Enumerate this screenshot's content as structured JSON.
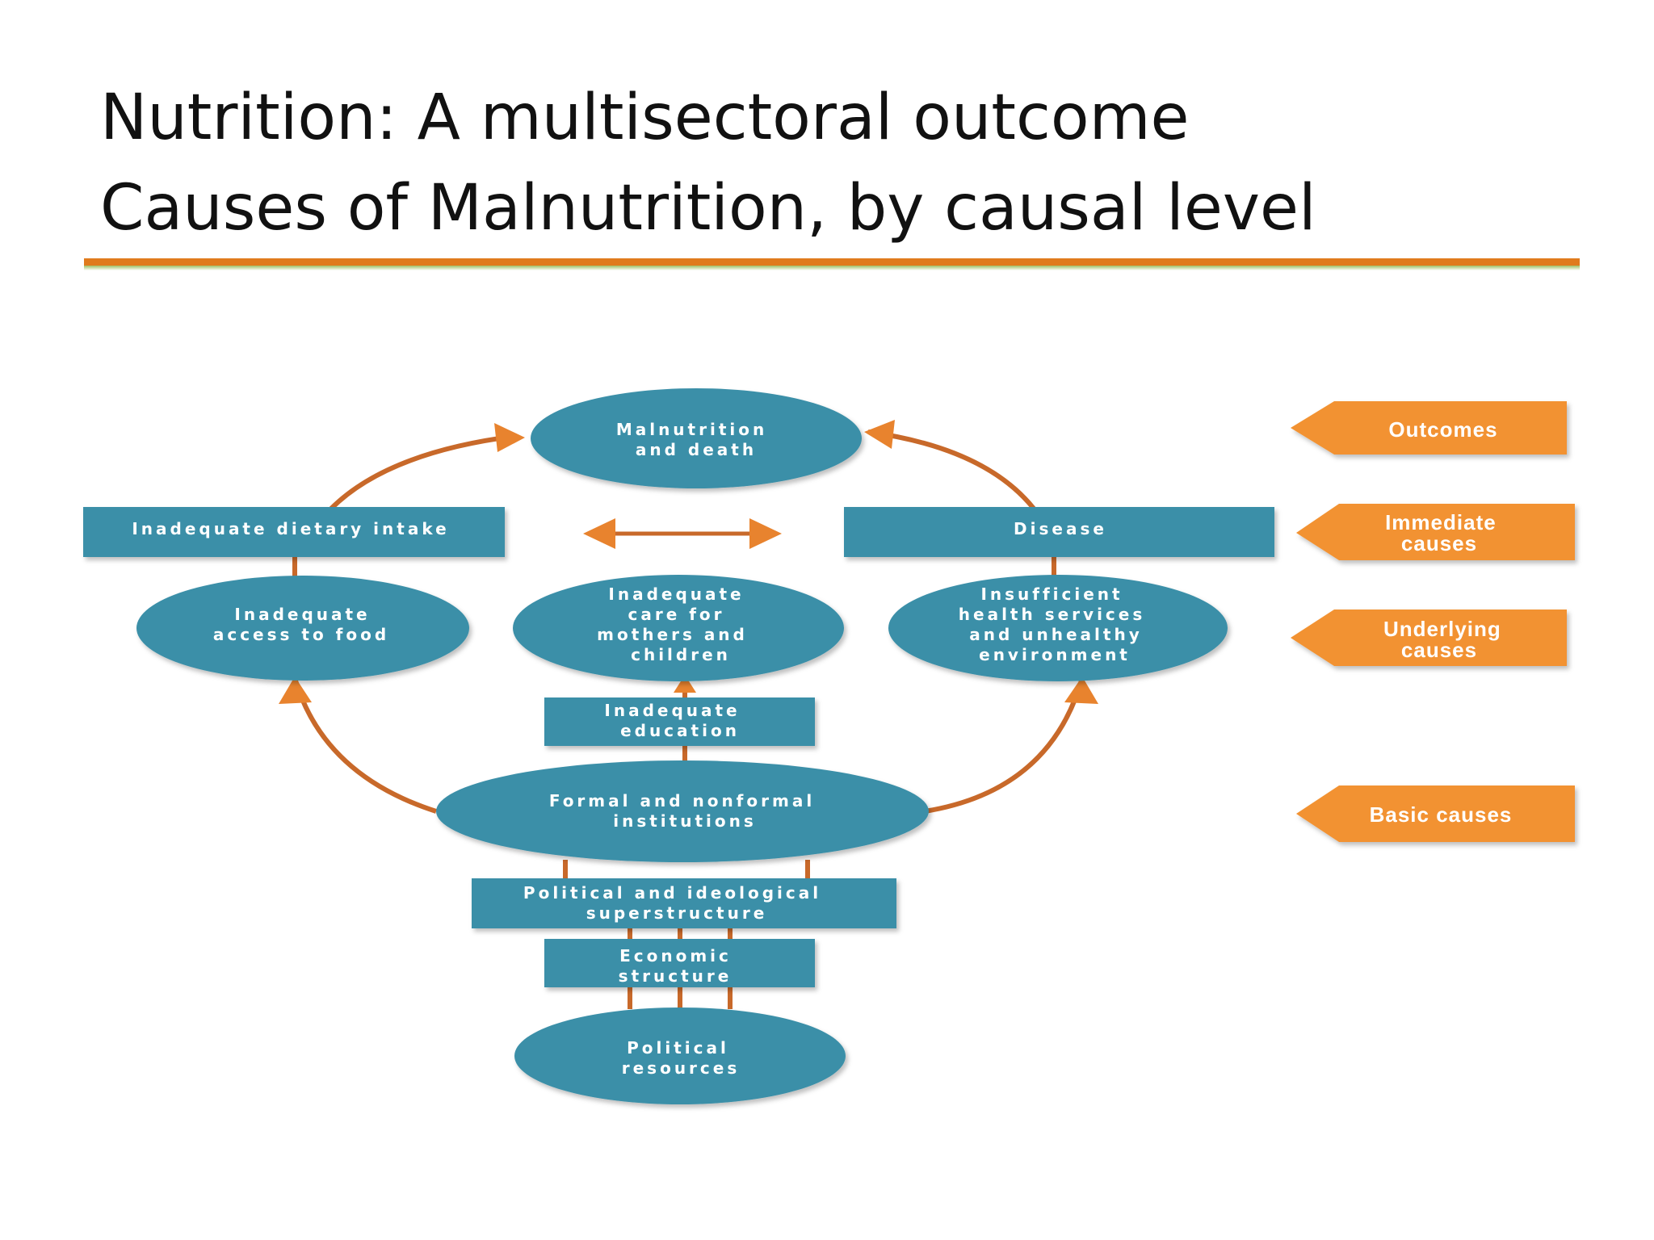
{
  "title": {
    "line1": "Nutrition: A multisectoral outcome",
    "line2": "Causes of Malnutrition, by causal level"
  },
  "colors": {
    "node": "#3a8fa8",
    "node_dark": "#2e7a92",
    "arrow": "#c8692a",
    "tag": "#f29230",
    "rule": "#e07b1d"
  },
  "nodes": {
    "malnutrition": [
      "Malnutrition",
      "and death"
    ],
    "dietary_intake": [
      "Inadequate dietary intake"
    ],
    "disease": [
      "Disease"
    ],
    "access_food": [
      "Inadequate",
      "access to food"
    ],
    "care": [
      "Inadequate",
      "care for",
      "mothers and",
      "children"
    ],
    "health_services": [
      "Insufficient",
      "health services",
      "and unhealthy",
      "environment"
    ],
    "education": [
      "Inadequate",
      "education"
    ],
    "institutions": [
      "Formal and nonformal",
      "institutions"
    ],
    "superstructure": [
      "Political and ideological",
      "superstructure"
    ],
    "economic": [
      "Economic",
      "structure"
    ],
    "resources": [
      "Political",
      "resources"
    ]
  },
  "levels": {
    "outcomes": [
      "Outcomes"
    ],
    "immediate": [
      "Immediate",
      "causes"
    ],
    "underlying": [
      "Underlying",
      "causes"
    ],
    "basic": [
      "Basic causes"
    ]
  }
}
